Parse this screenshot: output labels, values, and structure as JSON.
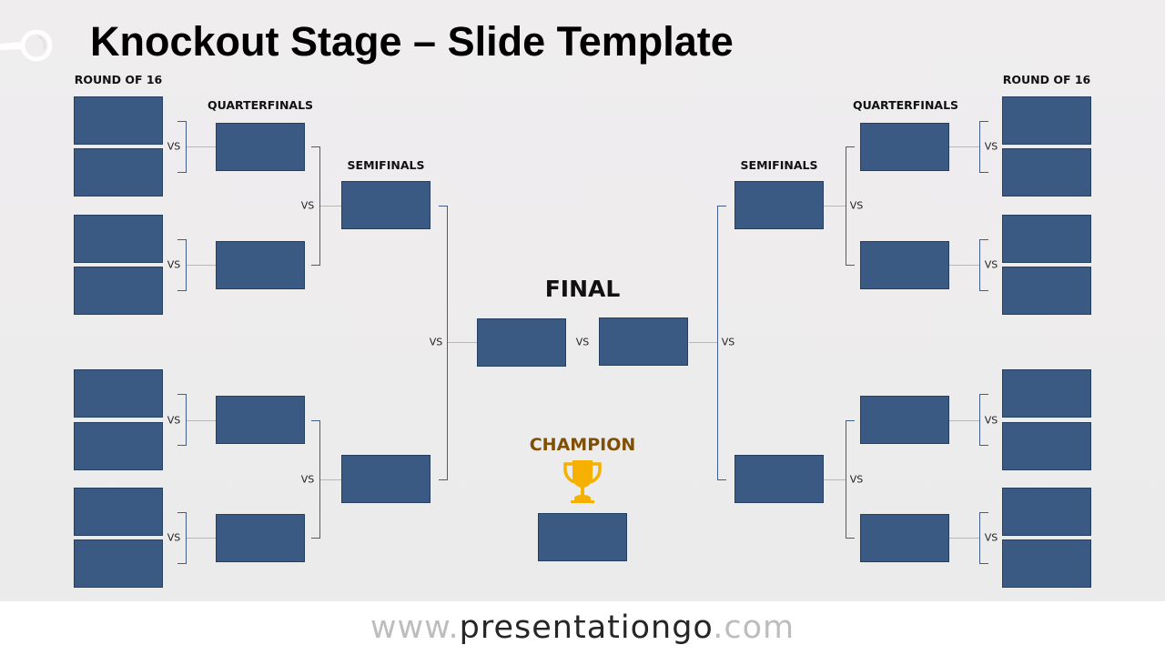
{
  "title": "Knockout Stage – Slide Template",
  "labels": {
    "round_of_16": "ROUND OF 16",
    "quarterfinals": "QUARTERFINALS",
    "semifinals": "SEMIFINALS",
    "final": "FINAL",
    "champion": "CHAMPION"
  },
  "vs": "VS",
  "colors": {
    "box_fill": "#3a5a83",
    "box_border": "#253f61",
    "bracket": "#3f5f8a",
    "connector": "#b8b8b8",
    "champion_text": "#7f4f05",
    "trophy": "#f5b000",
    "background": "#eeedee"
  },
  "icons": {
    "trophy": "trophy-icon",
    "pin": "pushpin-icon"
  },
  "footer": {
    "prefix": "www.",
    "brand": "presentationgo",
    "suffix": ".com"
  },
  "bracket": {
    "left": {
      "round_of_16": [
        "",
        "",
        "",
        "",
        "",
        "",
        "",
        ""
      ],
      "quarterfinals": [
        "",
        "",
        "",
        ""
      ],
      "semifinals": [
        "",
        ""
      ]
    },
    "right": {
      "round_of_16": [
        "",
        "",
        "",
        "",
        "",
        "",
        "",
        ""
      ],
      "quarterfinals": [
        "",
        "",
        "",
        ""
      ],
      "semifinals": [
        "",
        ""
      ]
    },
    "final": [
      "",
      ""
    ],
    "champion": ""
  }
}
